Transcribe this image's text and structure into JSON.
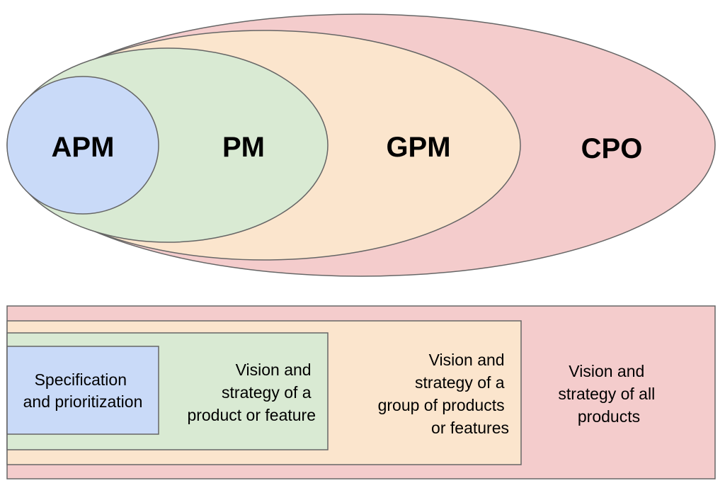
{
  "colors": {
    "cpo": "#f4cccc",
    "gpm": "#fbe5cd",
    "pm": "#d9ead3",
    "apm": "#c9daf8",
    "stroke": "#666666"
  },
  "roles": [
    {
      "key": "cpo",
      "label": "CPO",
      "description": [
        "Vision and",
        "strategy of all",
        "products"
      ]
    },
    {
      "key": "gpm",
      "label": "GPM",
      "description": [
        "Vision and",
        "strategy of a",
        "group of products",
        "or features"
      ]
    },
    {
      "key": "pm",
      "label": "PM",
      "description": [
        "Vision and",
        "strategy of a",
        "product or feature"
      ]
    },
    {
      "key": "apm",
      "label": "APM",
      "description": [
        "Specification",
        "and prioritization"
      ]
    }
  ]
}
